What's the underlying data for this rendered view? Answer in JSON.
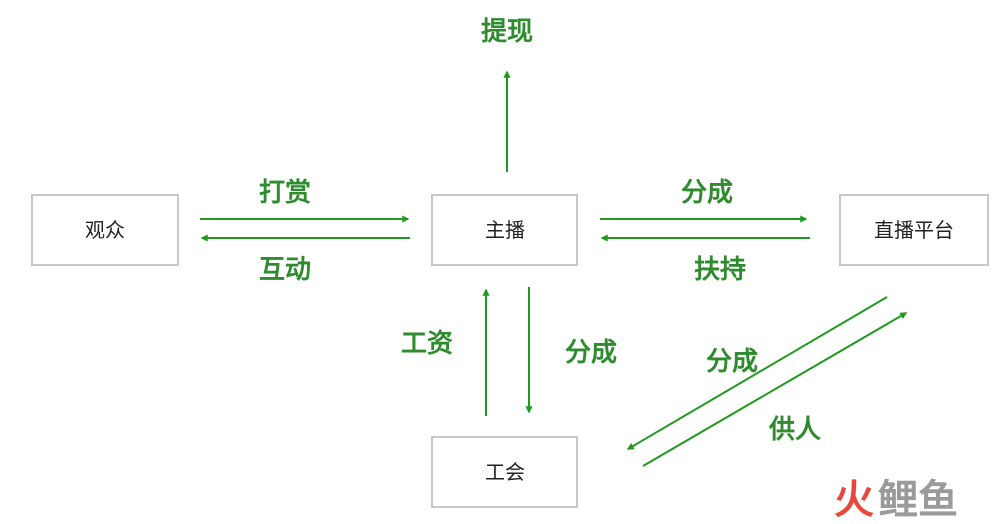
{
  "colors": {
    "arrow": "#1f9a1f",
    "label": "#2e8b2e",
    "box_border": "#c8c8c8",
    "node_text": "#222222",
    "watermark_red": "#e8483b",
    "watermark_grey": "#9a9a9a"
  },
  "nodes": {
    "viewer": "观众",
    "streamer": "主播",
    "platform": "直播平台",
    "guild": "工会"
  },
  "labels": {
    "withdraw": "提现",
    "tip": "打赏",
    "interact": "互动",
    "share_to_platform": "分成",
    "support": "扶持",
    "wages": "工资",
    "share_to_guild": "分成",
    "share_platform_guild": "分成",
    "supply_people": "供人"
  },
  "watermark": {
    "red": "火",
    "grey": "鲤鱼"
  }
}
